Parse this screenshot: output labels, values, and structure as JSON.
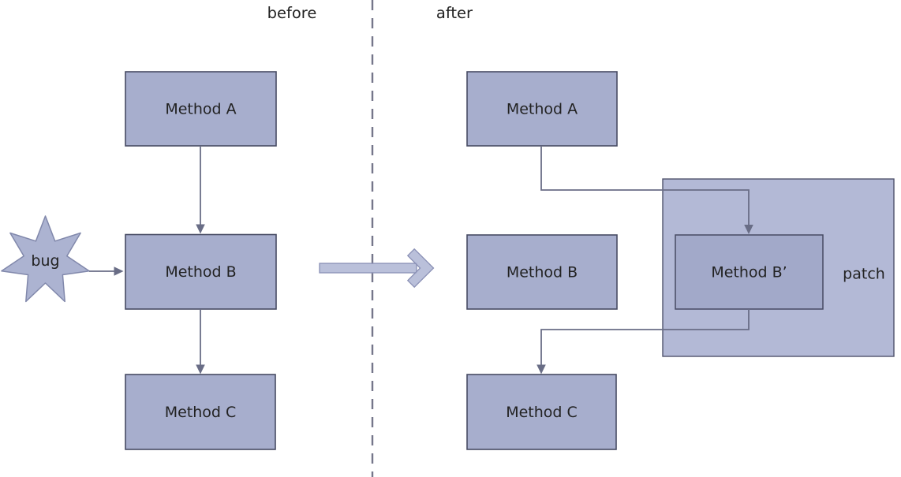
{
  "panels": {
    "before_label": "before",
    "after_label": "after"
  },
  "before": {
    "node_a": "Method A",
    "node_b": "Method B",
    "node_c": "Method C",
    "bug_label": "bug"
  },
  "after": {
    "node_a": "Method A",
    "node_b": "Method B",
    "node_c": "Method C",
    "node_b_patched": "Method B’",
    "patch_label": "patch"
  },
  "colors": {
    "node_fill": "#A7AECD",
    "node_border": "#474B63",
    "patched_node_fill": "#A2A9C9",
    "patch_fill": "#B3B9D6",
    "patch_border": "#50536D",
    "star_fill": "#ACB3D1",
    "star_border": "#8188AB",
    "connector": "#696D86",
    "divider": "#75768A",
    "arrow_fill": "#AEB5D4",
    "arrow_border": "#8A90B5",
    "label_text": "#222222"
  }
}
